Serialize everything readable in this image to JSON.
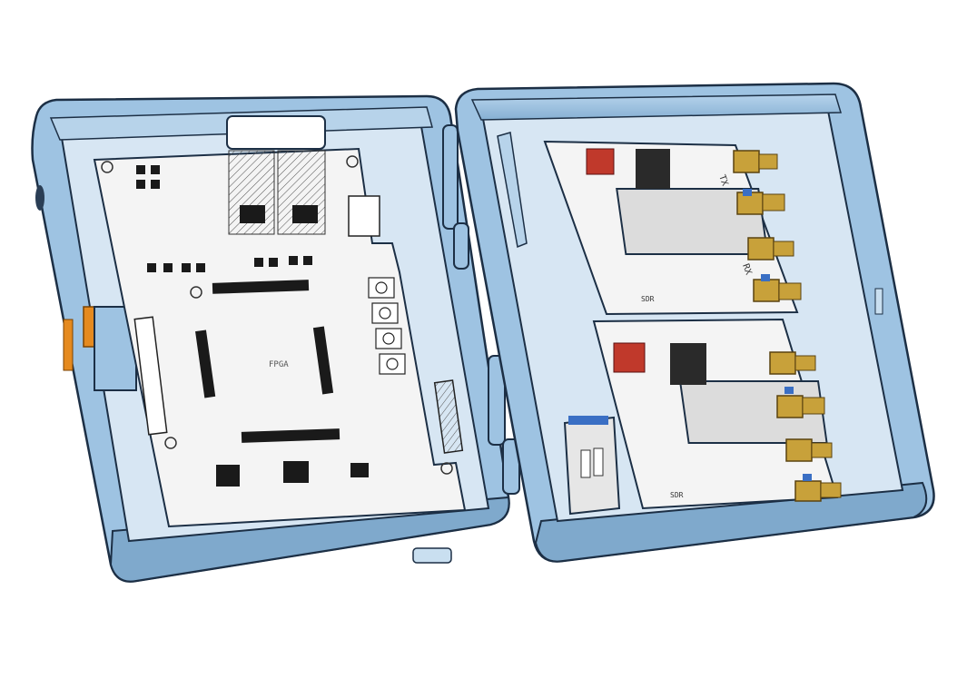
{
  "colors": {
    "background": "#ffffff",
    "case_body": "#9ec3e2",
    "case_shade": "#7fa9cc",
    "case_inner": "#d7e6f3",
    "case_outline": "#1c2f45",
    "pcb": "#f4f4f4",
    "chip": "#1a1a1a",
    "latch": "#e58a1f",
    "sma_gold": "#c8a13a",
    "sma_blue": "#3a6fc4",
    "dip_red": "#c0392b",
    "shield": "#dcdcdc"
  },
  "icons": {
    "left_case_half": "enclosure-base-icon",
    "right_case_half": "enclosure-lid-icon",
    "hinge": "hinge-icon",
    "latch": "latch-icon",
    "connector": "sma-connector-icon"
  },
  "board_labels": {
    "main_board": "FPGA",
    "lid_board_top_label": "SDR",
    "lid_board_bottom_label": "SDR",
    "tx_label": "TX",
    "rx_label": "RX"
  }
}
